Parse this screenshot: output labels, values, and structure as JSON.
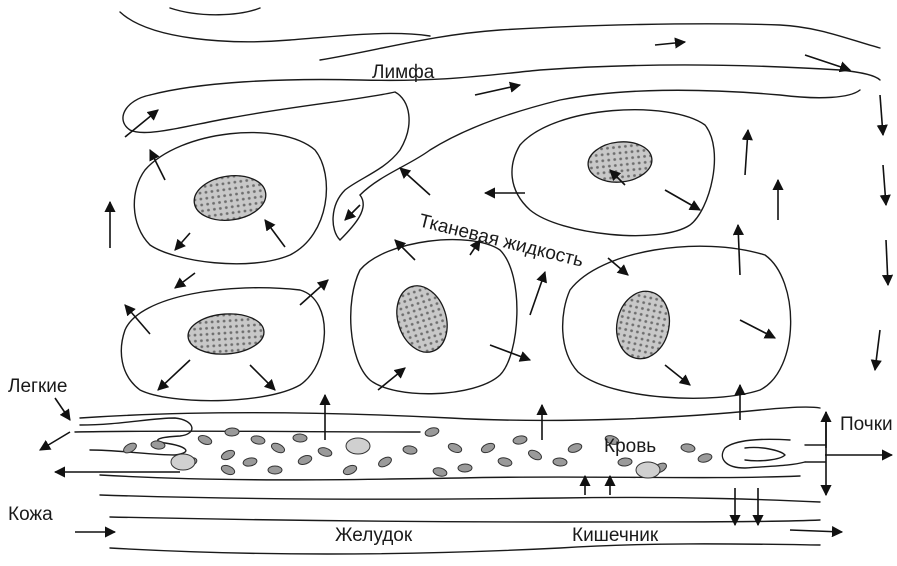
{
  "labels": {
    "lymph": "Лимфа",
    "tissue_fluid": "Тканевая жидкость",
    "lungs": "Легкие",
    "kidneys": "Почки",
    "skin": "Кожа",
    "blood": "Кровь",
    "stomach": "Желудок",
    "intestine": "Кишечник"
  },
  "colors": {
    "ink": "#1a1a1a",
    "nucleus_fill": "#c8c8c8",
    "nucleus_dot": "#6e6e6e",
    "blood_cell": "#9a9a9a",
    "blood_cell_light": "#d0d0d0"
  }
}
